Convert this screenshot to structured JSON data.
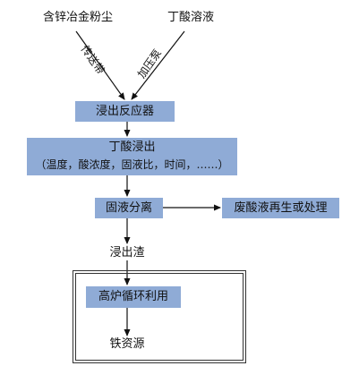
{
  "inputs": {
    "dust": "含锌冶金粉尘",
    "acid": "丁酸溶液"
  },
  "transfers": {
    "conveyor": "传送带",
    "pump": "加压泵"
  },
  "nodes": {
    "reactor": "浸出反应器",
    "leaching_title": "丁酸浸出",
    "leaching_params": "（温度，酸浓度，固液比，时间，……）",
    "separation": "固液分离",
    "waste_acid": "废酸液再生或处理",
    "residue": "浸出渣",
    "blast_furnace": "高炉循环利用",
    "iron": "铁资源"
  },
  "colors": {
    "box_fill": "#8fabd6",
    "line": "#111111"
  }
}
